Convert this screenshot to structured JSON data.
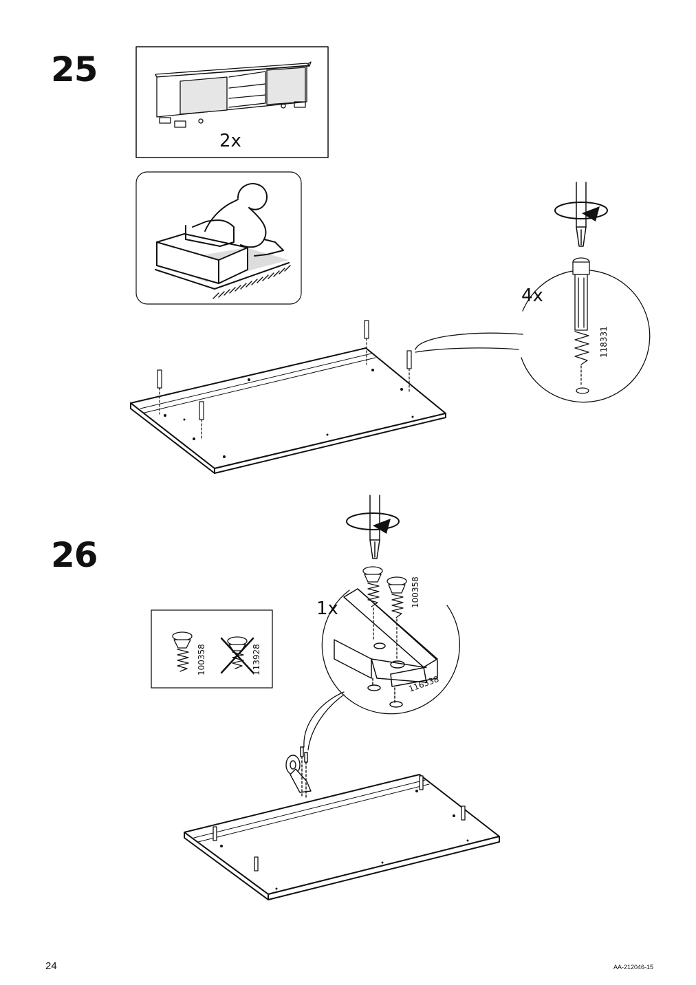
{
  "page": {
    "page_number": "24",
    "document_id": "AA-212046-15"
  },
  "step25": {
    "number": "25",
    "furniture_quantity": "2x",
    "screw_quantity": "4x",
    "part_number": "118331"
  },
  "step26": {
    "number": "26",
    "quantity": "1x",
    "screw_part_number": "100358",
    "bracket_part_number": "116338",
    "legend_ok_part": "100358",
    "legend_wrong_part": "113928"
  },
  "icons": {
    "screwdriver": "screwdriver-icon",
    "rotation": "clockwise-rotation-icon",
    "floor_work": "work-on-soft-surface-icon",
    "do_not_use": "cross-out-icon"
  }
}
